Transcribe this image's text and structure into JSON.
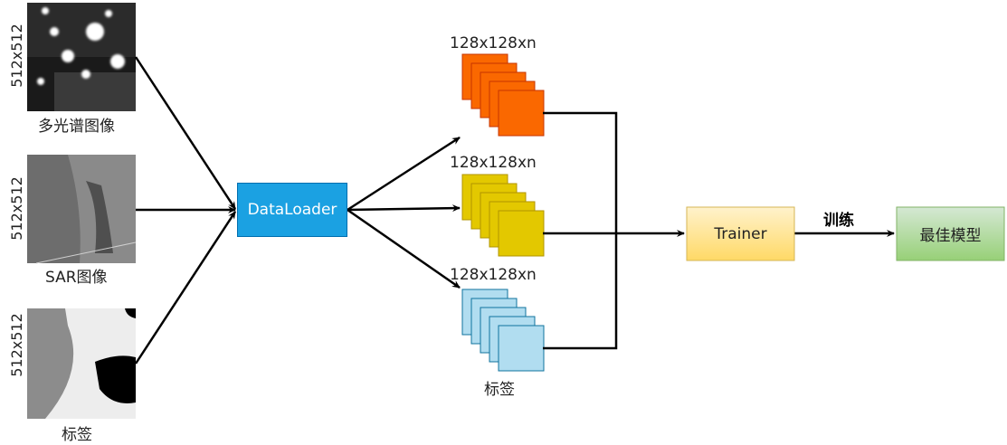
{
  "inputs": [
    {
      "size": "512x512",
      "caption": "多光谱图像"
    },
    {
      "size": "512x512",
      "caption": "SAR图像"
    },
    {
      "size": "512x512",
      "caption": "标签"
    }
  ],
  "dataloader": {
    "label": "DataLoader",
    "color": "#1ba1e2"
  },
  "stacks": [
    {
      "size": "128x128xn",
      "color": "#fa6800",
      "stroke": "#c73500",
      "caption": ""
    },
    {
      "size": "128x128xn",
      "color": "#e3c800",
      "stroke": "#b09500",
      "caption": ""
    },
    {
      "size": "128x128xn",
      "color": "#b1ddf0",
      "stroke": "#10739e",
      "caption": "标签"
    }
  ],
  "trainer": {
    "label": "Trainer",
    "color": "#fff2cc",
    "stroke": "#d6b656"
  },
  "train_label": "训练",
  "best_model": {
    "label": "最佳模型",
    "color": "#d5e8d4",
    "stroke": "#82b366"
  }
}
